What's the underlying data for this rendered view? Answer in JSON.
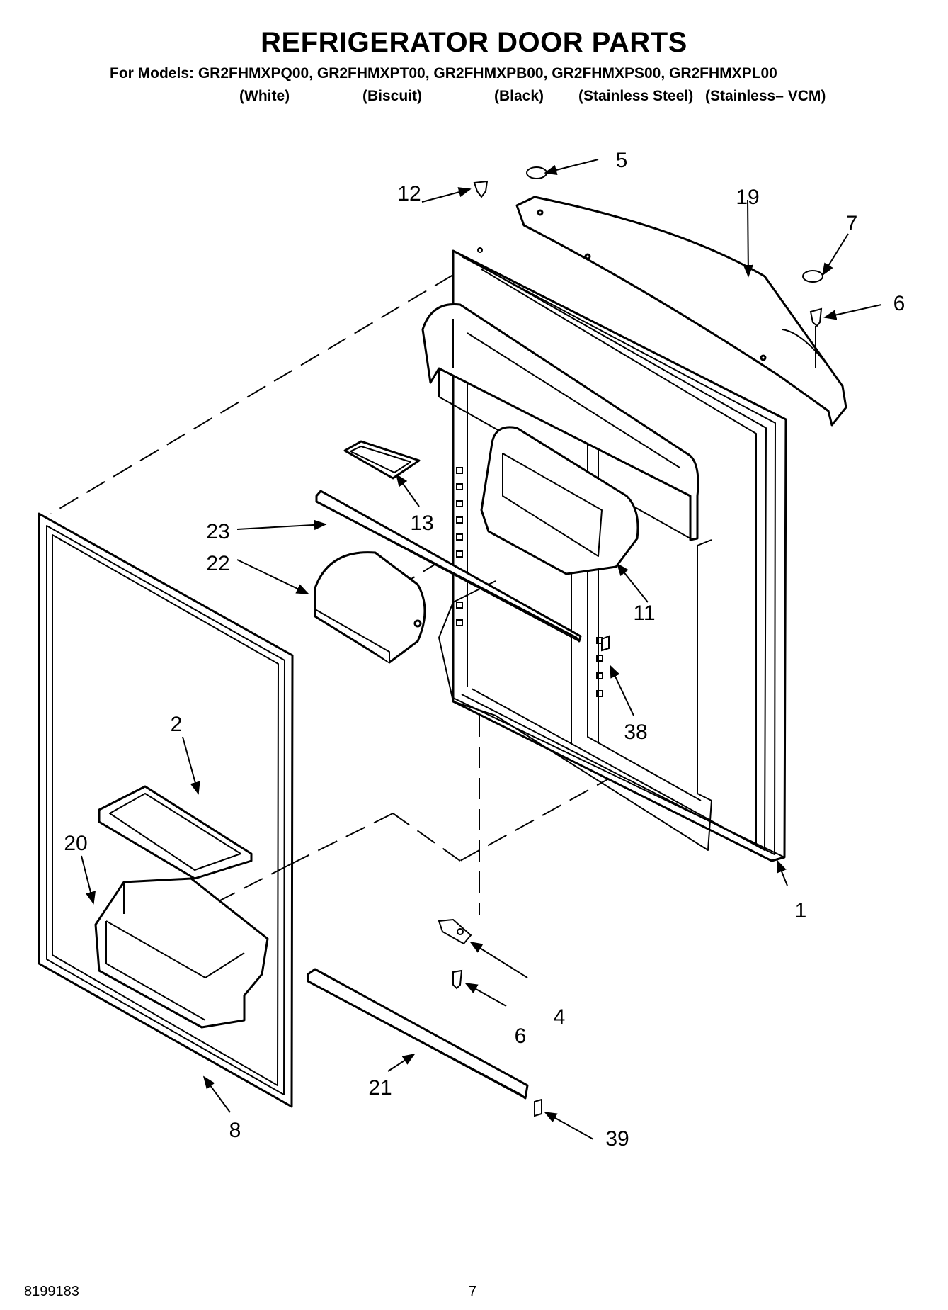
{
  "header": {
    "title": "REFRIGERATOR DOOR PARTS",
    "models_line": "For Models: GR2FHMXPQ00, GR2FHMXPT00, GR2FHMXPB00, GR2FHMXPS00, GR2FHMXPL00",
    "colors": [
      "(White)",
      "(Biscuit)",
      "(Black)",
      "(Stainless Steel)",
      "(Stainless– VCM)"
    ]
  },
  "callouts": {
    "c1": "1",
    "c2": "2",
    "c4": "4",
    "c5": "5",
    "c6a": "6",
    "c6b": "6",
    "c7": "7",
    "c8": "8",
    "c11": "11",
    "c12": "12",
    "c13": "13",
    "c19": "19",
    "c20": "20",
    "c21": "21",
    "c22": "22",
    "c23": "23",
    "c38": "38",
    "c39": "39"
  },
  "footer": {
    "doc_number": "8199183",
    "page": "7"
  }
}
